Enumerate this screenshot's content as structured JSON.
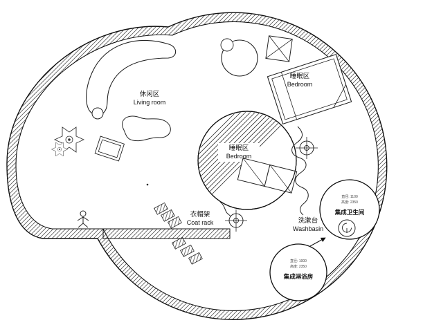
{
  "drawing": {
    "type": "circular-house-floor-plan",
    "background": "#ffffff"
  },
  "colors": {
    "line": "#1a1a1a",
    "hatch": "#555555",
    "background": "#ffffff"
  },
  "areas": {
    "living": {
      "zh": "休闲区",
      "en": "Living room"
    },
    "bedroom_upper": {
      "zh": "睡眠区",
      "en": "Bedroom"
    },
    "bedroom_center": {
      "zh": "睡眠区",
      "en": "Bedroom"
    },
    "coat_rack": {
      "zh": "衣帽架",
      "en": "Coat rack"
    },
    "washbasin": {
      "zh": "洗漱台",
      "en": "Washbasin"
    }
  },
  "pods": {
    "bathroom": {
      "name": "集成卫生间",
      "spec1": "直径: 1100",
      "spec2": "高度: 2350"
    },
    "shower": {
      "name": "集成淋浴房",
      "spec1": "直径: 1000",
      "spec2": "高度: 2350"
    }
  },
  "icons": {
    "crosshair": "ceiling-fixture-symbol",
    "person": "person-figure",
    "plant": "plant-flower",
    "basin": "round-basin-with-tap",
    "arrow": "direction-arrow"
  }
}
